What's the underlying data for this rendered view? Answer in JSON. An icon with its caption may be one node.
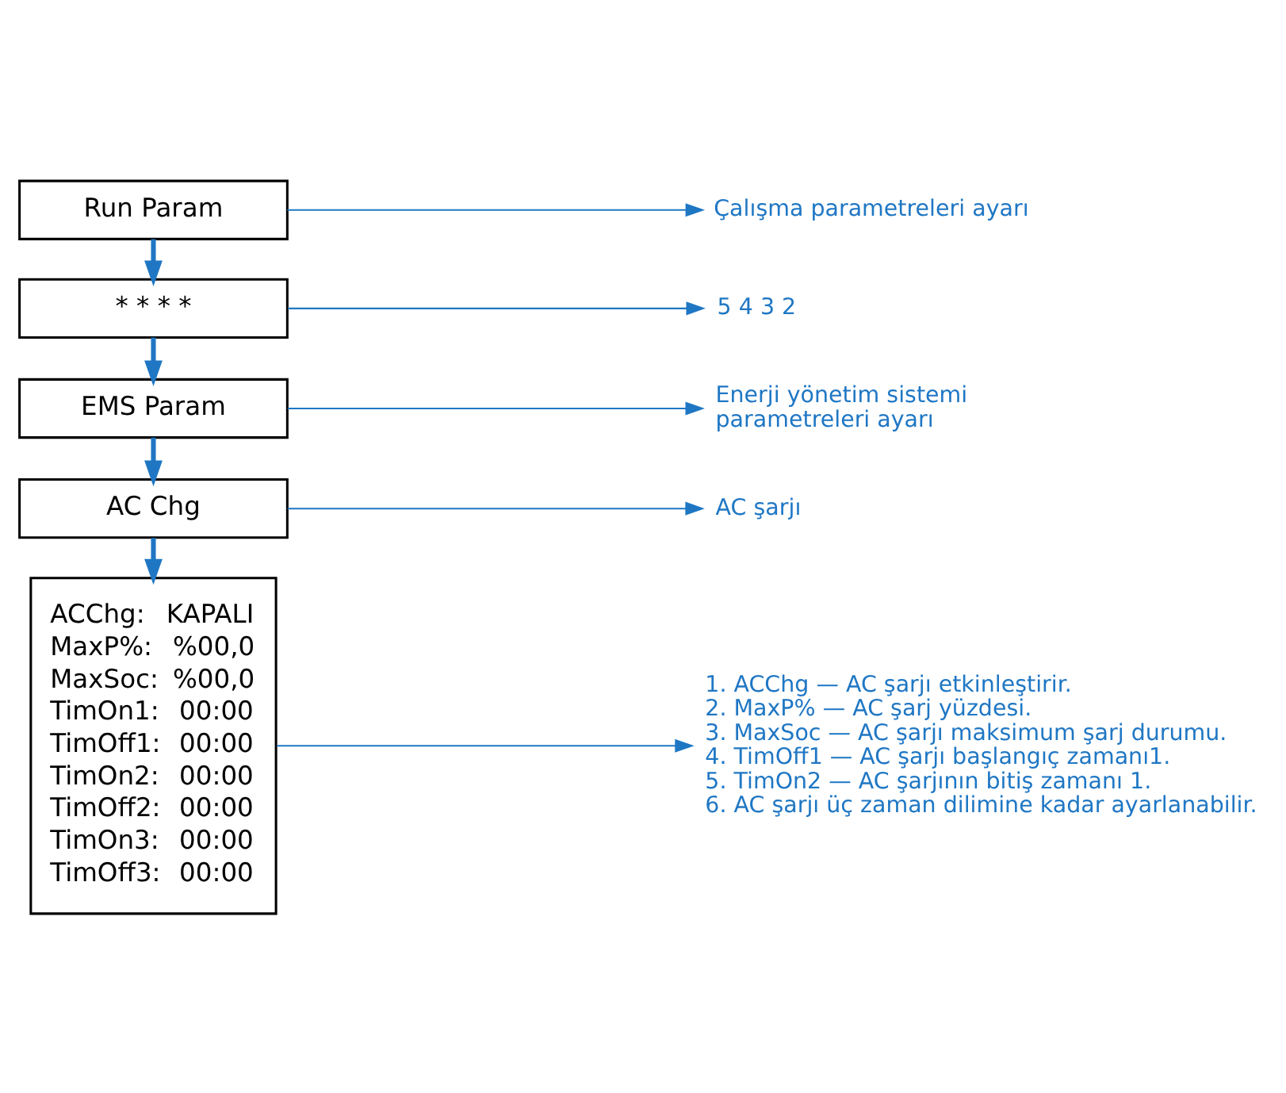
{
  "diagram": {
    "nodes": [
      {
        "text": [
          "Run Param"
        ]
      },
      {
        "text": [
          "Çalışma parametreleri ayarı"
        ]
      },
      {
        "text": [
          "* * * *"
        ]
      },
      {
        "text": [
          "5 4 3 2"
        ]
      },
      {
        "text": [
          "EMS Param"
        ]
      },
      {
        "text": [
          "Enerji yönetim sistemi parametreleri ayarı"
        ]
      },
      {
        "text": [
          "AC Chg"
        ]
      },
      {
        "text": [
          "AC şarjı"
        ]
      },
      {
        "text": [
          "ACChg:",
          "KAPALI",
          "MaxP%:",
          "%00,0",
          "MaxSoc:",
          "%00,0",
          "TimOn1:",
          "00:00",
          "TimOff1:",
          "00:00",
          "TimOn2:",
          "00:00",
          "TimOff2:",
          "00:00",
          "TimOn3:",
          "00:00",
          "TimOff3:",
          "00:00"
        ]
      },
      {
        "text": [
          "1. ACChg — AC şarjı etkinleştirir.",
          "2. MaxP% — AC şarj yüzdesi.",
          "3. MaxSoc — AC şarjı maksimum şarj durumu.",
          "4. TimOff1 — AC şarjı başlangıç zamanı1.",
          "5. TimOn2 — AC şarjının bitiş zamanı 1.",
          "6. AC şarjı üç zaman dilimine kadar ayarlanabilir."
        ]
      }
    ],
    "edges": [
      {
        "from": 0,
        "to": 1,
        "arrow": "to"
      },
      {
        "from": 0,
        "to": 2,
        "arrow": "to",
        "style": "thick"
      },
      {
        "from": 2,
        "to": 3,
        "arrow": "to"
      },
      {
        "from": 2,
        "to": 4,
        "arrow": "to",
        "style": "thick"
      },
      {
        "from": 4,
        "to": 5,
        "arrow": "to"
      },
      {
        "from": 4,
        "to": 6,
        "arrow": "to",
        "style": "thick"
      },
      {
        "from": 6,
        "to": 7,
        "arrow": "to"
      },
      {
        "from": 6,
        "to": 8,
        "arrow": "to",
        "style": "thick"
      },
      {
        "from": 8,
        "to": 9,
        "arrow": "to"
      }
    ]
  }
}
